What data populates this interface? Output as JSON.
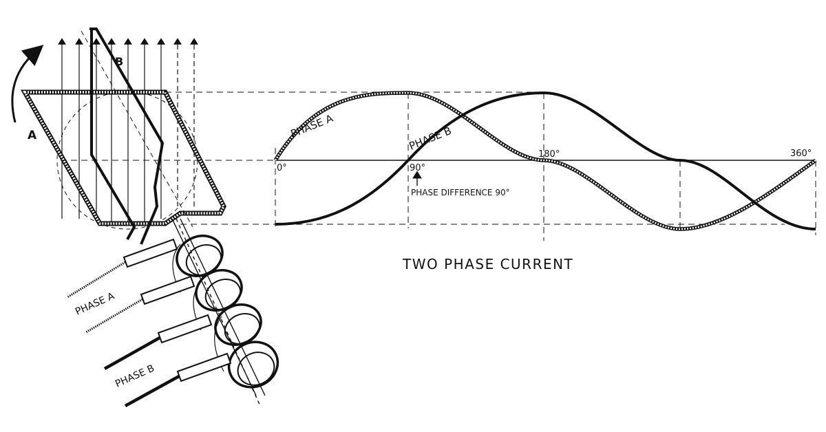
{
  "caption": "TWO PHASE CURRENT",
  "labels": {
    "rotation": "A",
    "conductor_b": "B",
    "phase_a_curve": "PHASE A",
    "phase_b_curve": "PHASE B",
    "deg_0": "0°",
    "deg_90": "90°",
    "deg_180": "180°",
    "deg_360": "360°",
    "phase_difference": "PHASE DIFFERENCE 90°",
    "lead_phase_a": "PHASE A",
    "lead_phase_b": "PHASE B"
  },
  "colors": {
    "ink": "#111111",
    "paper": "#ffffff"
  }
}
